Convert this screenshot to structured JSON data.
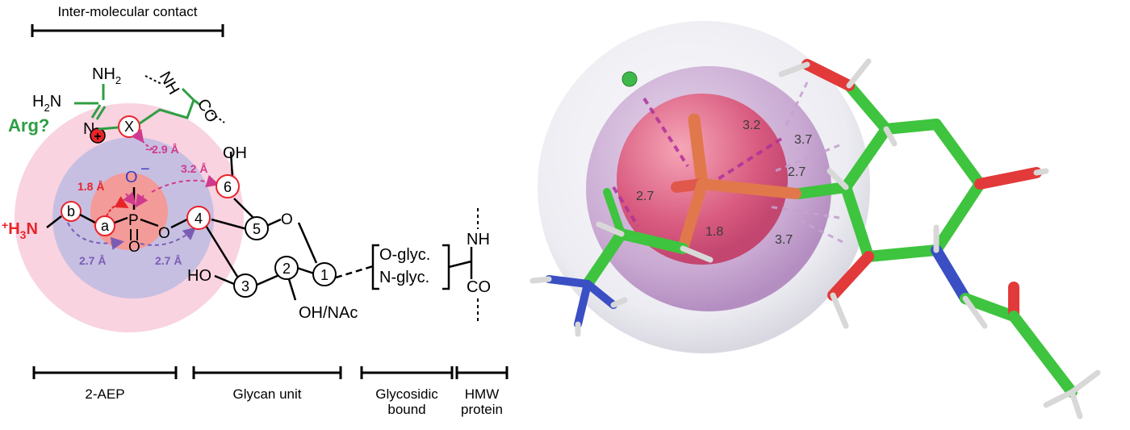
{
  "header": {
    "inter_molecular_contact": "Inter-molecular contact"
  },
  "left_diagram": {
    "arg_label": "Arg?",
    "arg_group": {
      "nh2": "NH",
      "nh2_sub": "2",
      "h2n_h": "H",
      "h2n_sub": "2",
      "h2n_n": "N",
      "imine_n": "N",
      "plus": "+",
      "x": "X"
    },
    "backbone": {
      "nh": "NH",
      "co": "CO"
    },
    "phosphate": {
      "p": "P",
      "o_top": "O",
      "minus": "−",
      "o_bottom": "O",
      "o_link_left": "O",
      "o_link_right": "O"
    },
    "amine": {
      "plus": "+",
      "h": "H",
      "sub": "3",
      "n": "N"
    },
    "atoms": {
      "b": "b",
      "a": "a"
    },
    "ring_positions": [
      "1",
      "2",
      "3",
      "4",
      "5",
      "6"
    ],
    "ring_oxygen": "O",
    "substituents": {
      "oh_top": "OH",
      "ho_left": "HO",
      "oh_nac": "OH/NAc"
    },
    "glyc": {
      "o_glyc": "O-glyc.",
      "n_glyc": "N-glyc."
    },
    "protein": {
      "nh": "NH",
      "co": "CO"
    },
    "distances": {
      "d_1_8": "1.8 Å",
      "d_2_9": "~2.9 Å",
      "d_3_2": "3.2 Å",
      "d_2_7_left": "2.7 Å",
      "d_2_7_right": "2.7 Å"
    },
    "colors": {
      "red": "#e8242b",
      "purple": "#7b5cb4",
      "magenta": "#d03a8e",
      "green": "#2f9e44",
      "outer_sphere": "#f8d4e2",
      "mid_sphere": "#c6bde2",
      "inner_sphere": "#f3908f"
    }
  },
  "bottom_labels": {
    "aep": "2-AEP",
    "glycan": "Glycan unit",
    "glycosidic_1": "Glycosidic",
    "glycosidic_2": "bound",
    "hmw_1": "HMW",
    "hmw_2": "protein"
  },
  "right_model": {
    "distances": [
      "3.2",
      "3.7",
      "2.7",
      "2.7",
      "1.8",
      "3.7"
    ]
  }
}
